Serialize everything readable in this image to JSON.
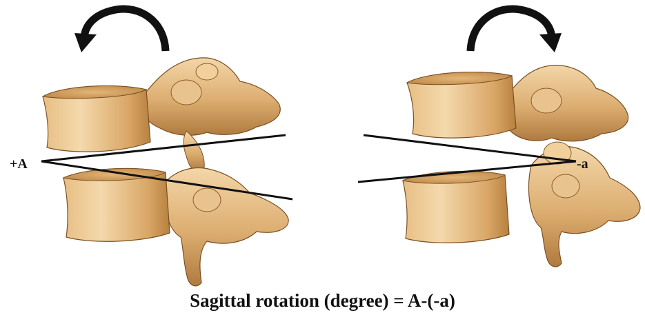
{
  "labels": {
    "left_angle": "+A",
    "right_angle": "-a"
  },
  "caption": "Sagittal rotation (degree) = A-(-a)",
  "colors": {
    "bone_light": "#f1d1a0",
    "bone_mid": "#d8a96b",
    "bone_dark": "#8a5a2b",
    "line": "#111111"
  },
  "icons": {
    "left_arrow": "counterclockwise-rotation-arrow-icon",
    "right_arrow": "clockwise-rotation-arrow-icon"
  }
}
